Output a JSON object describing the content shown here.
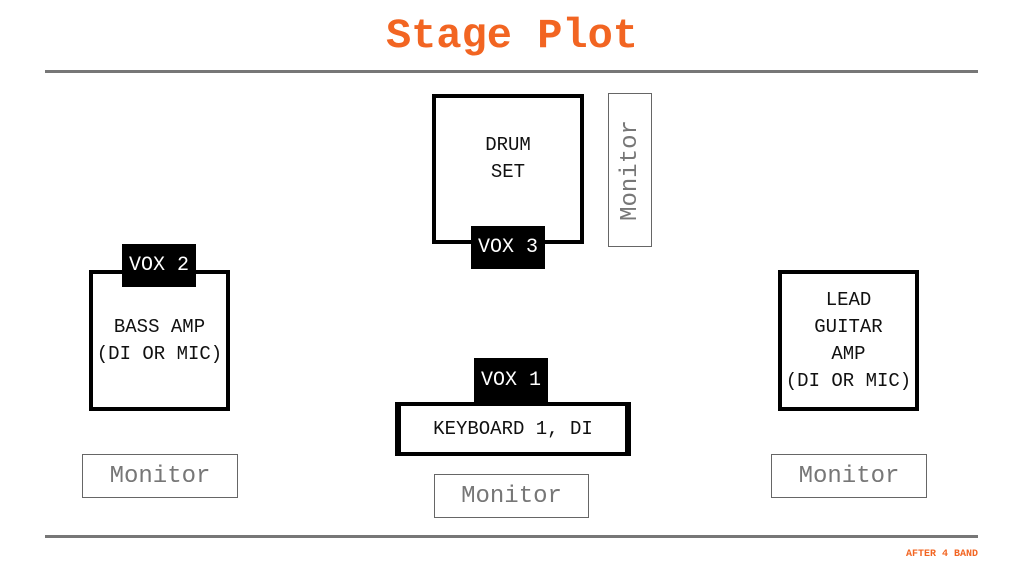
{
  "title": "Stage Plot",
  "footer": "AFTER 4 BAND",
  "colors": {
    "accent": "#f26522",
    "rule": "#777777"
  },
  "items": {
    "drum_set": "DRUM\nSET",
    "vox3": "VOX 3",
    "monitor_drums": "Monitor",
    "bass_amp": "BASS AMP\n(DI OR MIC)",
    "vox2": "VOX 2",
    "lead_guitar_amp": "LEAD\nGUITAR\nAMP\n(DI OR MIC)",
    "vox1": "VOX 1",
    "keyboard": "KEYBOARD 1, DI",
    "monitor_left": "Monitor",
    "monitor_center": "Monitor",
    "monitor_right": "Monitor"
  }
}
